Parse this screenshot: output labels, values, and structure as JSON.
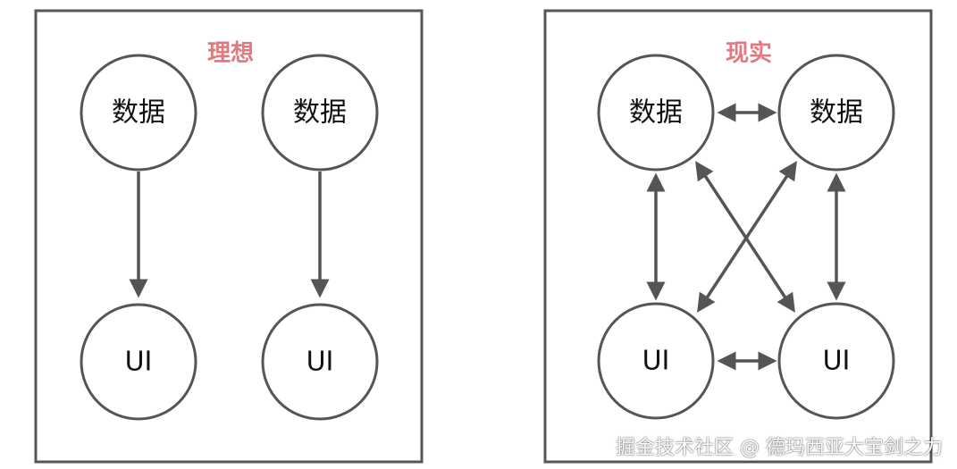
{
  "panels": [
    {
      "title": "理想",
      "nodes": [
        {
          "label": "数据"
        },
        {
          "label": "数据"
        },
        {
          "label": "UI"
        },
        {
          "label": "UI"
        }
      ]
    },
    {
      "title": "现实",
      "nodes": [
        {
          "label": "数据"
        },
        {
          "label": "数据"
        },
        {
          "label": "UI"
        },
        {
          "label": "UI"
        }
      ]
    }
  ],
  "watermark": "掘金技术社区 @ 德玛西亚大宝剑之力",
  "colors": {
    "title": "#e07a80",
    "stroke": "#555555",
    "text": "#111111"
  }
}
